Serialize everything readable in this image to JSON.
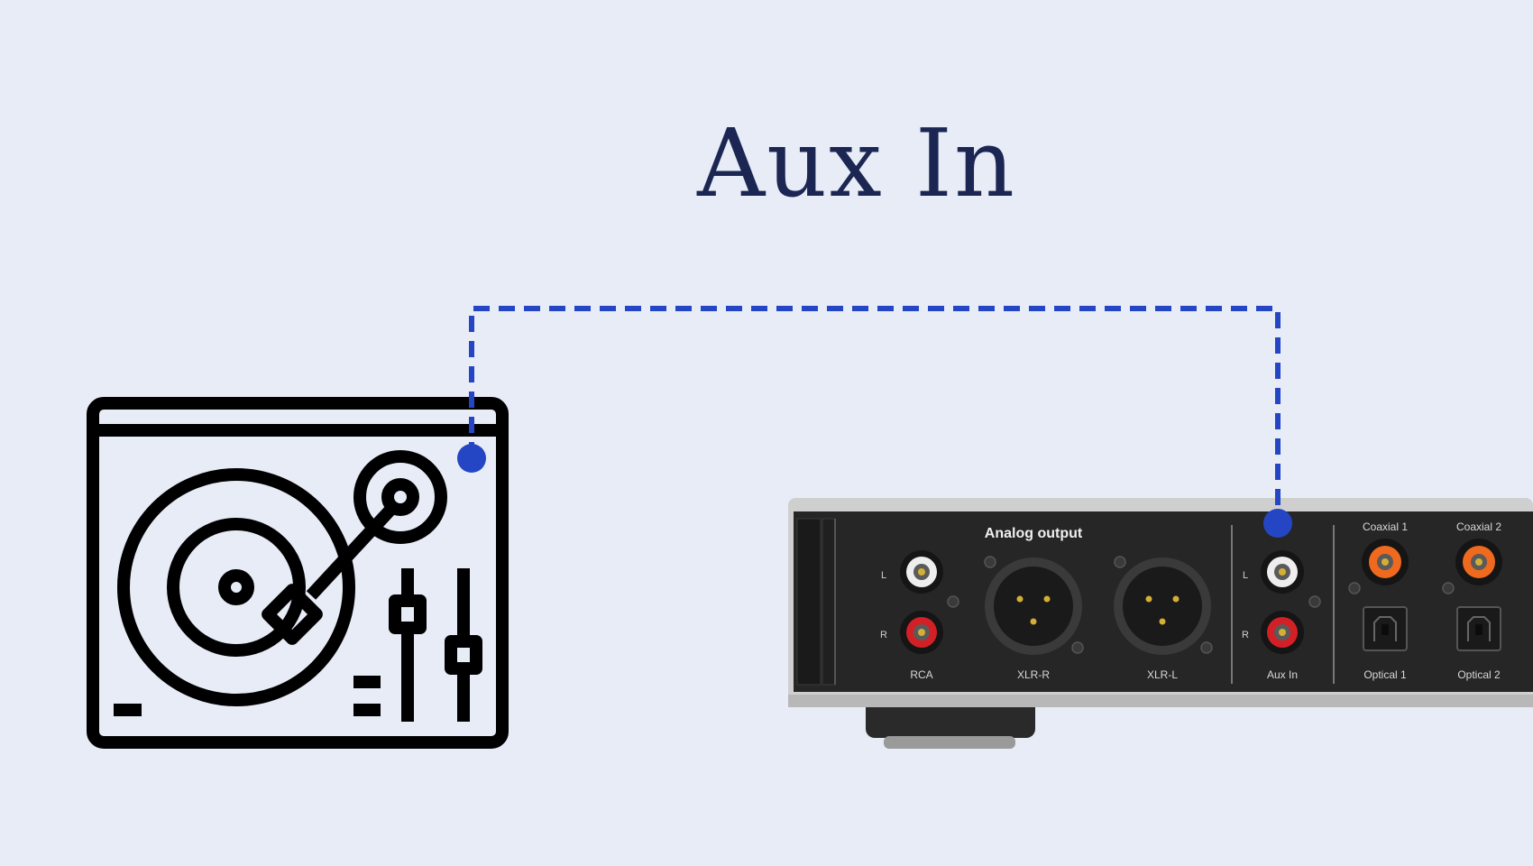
{
  "title": "Aux  In",
  "colors": {
    "background": "#e8ecf7",
    "title": "#1b2652",
    "cable": "#2546c4",
    "icon_stroke": "#000000",
    "panel": "#262626",
    "chassis": "#c9c9c9",
    "rca_red": "#d32027",
    "rca_white": "#eeeeee",
    "coax_orange": "#ef6a1e"
  },
  "source": {
    "icon": "turntable-icon"
  },
  "device": {
    "section_label": "Analog output",
    "channel_left": "L",
    "channel_right": "R",
    "ports": {
      "rca": "RCA",
      "xlr_r": "XLR-R",
      "xlr_l": "XLR-L",
      "aux_in": "Aux In",
      "coaxial_1": "Coaxial 1",
      "coaxial_2": "Coaxial 2",
      "optical_1": "Optical 1",
      "optical_2": "Optical 2"
    }
  }
}
